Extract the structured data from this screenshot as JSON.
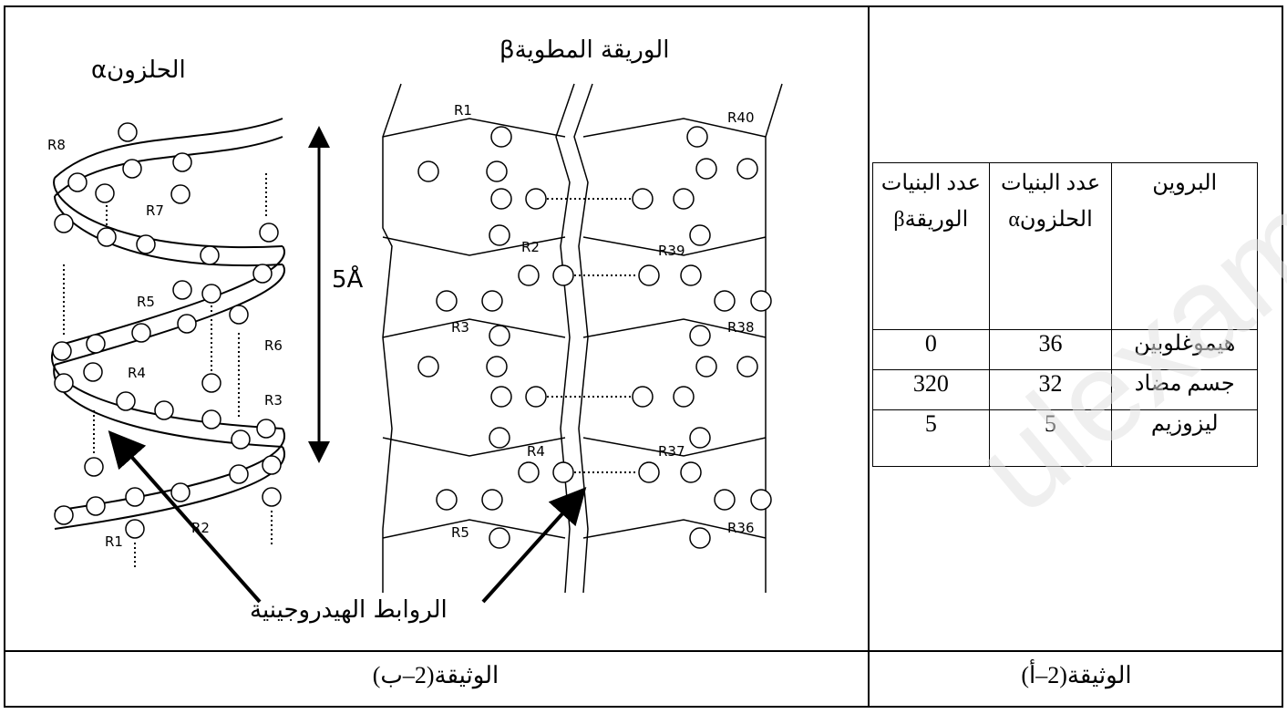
{
  "doc_a": {
    "caption": "الوثيقة(2–أ)",
    "table": {
      "headers": [
        "البروين",
        "عدد البنيات الحلزونα",
        "عدد البنيات الوريقةβ"
      ],
      "rows": [
        {
          "protein": "هيموغلوبين",
          "alpha": "36",
          "beta": "0"
        },
        {
          "protein": "جسم مضاد",
          "alpha": "32",
          "beta": "320"
        },
        {
          "protein": "ليزوزيم",
          "alpha": "5",
          "beta": "5"
        }
      ]
    }
  },
  "doc_b": {
    "caption": "الوثيقة(2–ب)",
    "helix_title": "الحلزونα",
    "sheet_title": "الوريقة المطويةβ",
    "distance": "5Å",
    "bonds_label": "الروابط الهيدروجينية",
    "helix_labels": [
      "R8",
      "R7",
      "R5",
      "R6",
      "R4",
      "R3",
      "R2",
      "R1"
    ],
    "sheet_labels": [
      "R1",
      "R2",
      "R3",
      "R4",
      "R5",
      "R40",
      "R39",
      "R38",
      "R37",
      "R36"
    ]
  },
  "watermark": "ulexams"
}
